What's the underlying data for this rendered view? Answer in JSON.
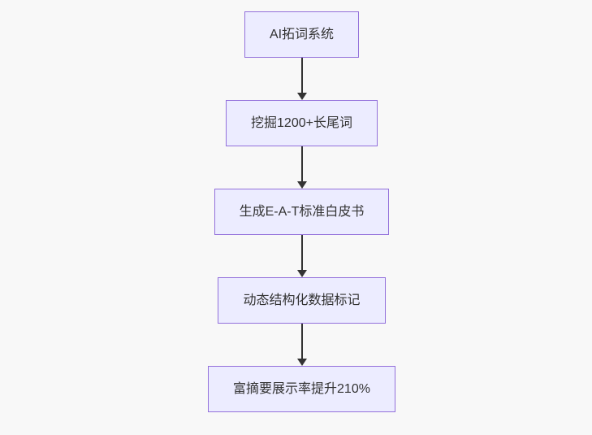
{
  "flowchart": {
    "type": "flowchart",
    "direction": "top-down",
    "nodes": [
      {
        "id": "A",
        "label": "AI拓词系统"
      },
      {
        "id": "B",
        "label": "挖掘1200+长尾词"
      },
      {
        "id": "C",
        "label": "生成E-A-T标准白皮书"
      },
      {
        "id": "D",
        "label": "动态结构化数据标记"
      },
      {
        "id": "E",
        "label": "富摘要展示率提升210%"
      }
    ],
    "edges": [
      {
        "from": "A",
        "to": "B"
      },
      {
        "from": "B",
        "to": "C"
      },
      {
        "from": "C",
        "to": "D"
      },
      {
        "from": "D",
        "to": "E"
      }
    ],
    "colors": {
      "background": "#f8f8f8",
      "node_fill": "#ececff",
      "node_border": "#9370db",
      "node_text": "#333333",
      "arrow": "#333333"
    }
  }
}
